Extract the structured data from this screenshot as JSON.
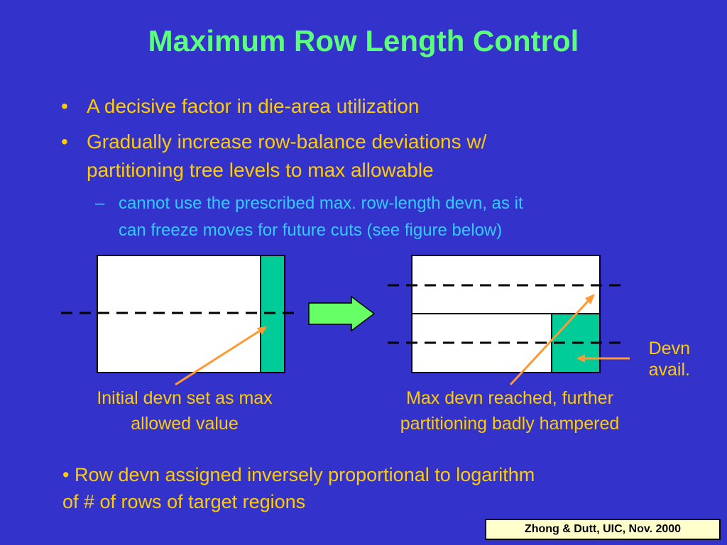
{
  "slide": {
    "title": "Maximum Row Length Control",
    "bullets": [
      {
        "marker": "•",
        "text": "A decisive factor in die-area utilization"
      },
      {
        "marker": "•",
        "line1": "Gradually increase row-balance deviations w/",
        "line2": "partitioning tree levels to max allowable"
      }
    ],
    "sub_bullet": {
      "marker": "–",
      "line1": "cannot use the prescribed max. row-length devn, as it",
      "line2": "can freeze moves for future cuts (see figure below)"
    },
    "figure": {
      "left_caption": {
        "line1": "Initial devn set as max",
        "line2": "allowed value"
      },
      "right_caption": {
        "line1": "Max devn reached, further",
        "line2": "partitioning badly hampered"
      },
      "devn_label": {
        "line1": "Devn",
        "line2": "avail."
      },
      "colors": {
        "box_fill": "#ffffff",
        "devn_region": "#00cc99",
        "dashed_line": "#000000",
        "arrow_fill": "#66ff66",
        "pointer_line": "#ff9933"
      }
    },
    "note": {
      "line1": "• Row devn assigned inversely proportional to logarithm",
      "line2": "of # of rows of target regions"
    },
    "footer": "Zhong & Dutt, UIC, Nov. 2000"
  }
}
